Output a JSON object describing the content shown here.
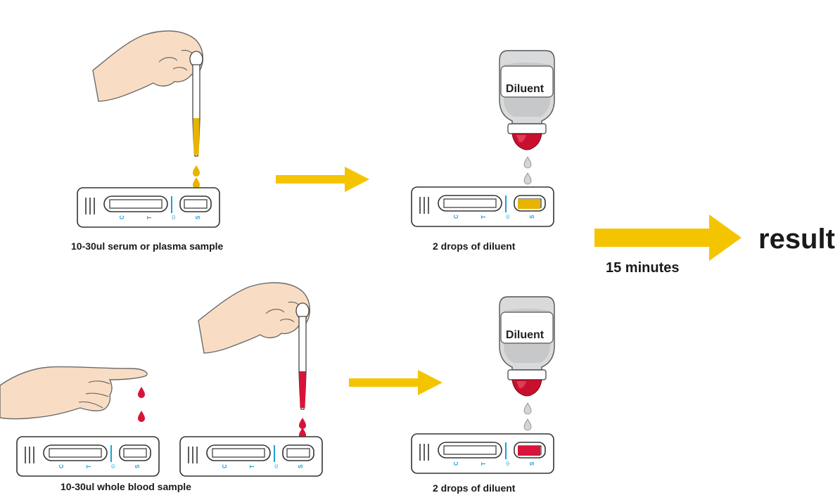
{
  "labels": {
    "top_sample": "10-30ul serum or plasma sample",
    "top_diluent": "2 drops of diluent",
    "bottom_sample": "10-30ul whole blood sample",
    "bottom_diluent": "2 drops of diluent",
    "time": "15 minutes",
    "result": "result",
    "bottle_top": "Diluent",
    "bottle_bottom": "Diluent",
    "cassette": {
      "c": "C",
      "t": "T",
      "s": "S",
      "id": "ID"
    }
  },
  "colors": {
    "arrow": "#f5c400",
    "serum": "#e8b400",
    "blood": "#d8143a",
    "cap": "#c8102e",
    "line": "#1aa0d8",
    "skin": "#f8ddc4",
    "outline": "#333333"
  }
}
